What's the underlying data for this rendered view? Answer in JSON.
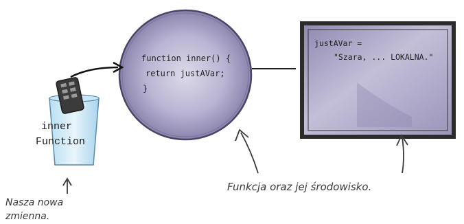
{
  "function_box": {
    "line1": "function inner() {",
    "line2": "return justAVar;",
    "line3": "}"
  },
  "environment_box": {
    "line1": "justAVar =",
    "line2": "\"Szara, ... LOKALNA.\""
  },
  "cup": {
    "label_line1": "inner",
    "label_line2": "Function"
  },
  "captions": {
    "environment": "Funkcja oraz jej środowisko.",
    "variable_line1": "Nasza nowa",
    "variable_line2": "zmienna."
  },
  "colors": {
    "ellipse_fill": "#9b96ba",
    "box_fill": "#a8a2c4",
    "box_border": "#2b2b2b",
    "cup_fill": "#d6ecf8"
  }
}
